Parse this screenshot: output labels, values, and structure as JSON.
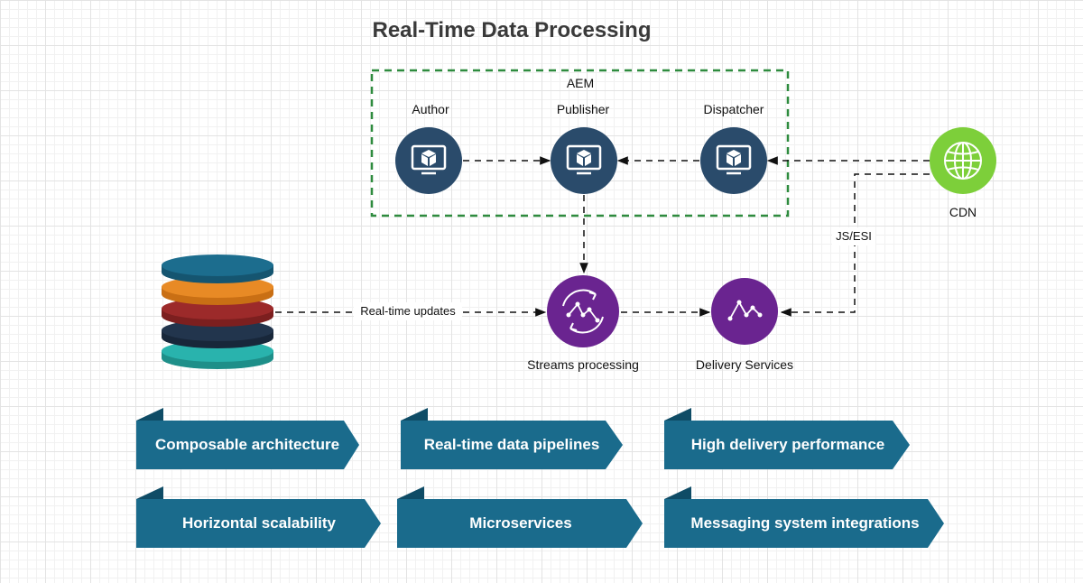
{
  "diagram": {
    "title": "Real-Time Data Processing",
    "group_label": "AEM",
    "nodes": {
      "author": "Author",
      "publisher": "Publisher",
      "dispatcher": "Dispatcher",
      "cdn": "CDN",
      "streams": "Streams processing",
      "delivery": "Delivery Services"
    },
    "edge_labels": {
      "realtime_updates": "Real-time updates",
      "js_esi": "JS/ESI"
    },
    "colors": {
      "server_node": "#2a4b6b",
      "service_node": "#6a2490",
      "cdn_node": "#7dcf3a",
      "group_border": "#2e8b3e",
      "banner": "#1a6b8c",
      "banner_fold": "#0f4c66",
      "db_layers": [
        "#1c6d8e",
        "#e88a25",
        "#9c2a2a",
        "#22354d",
        "#29b3ad"
      ]
    },
    "icons": {
      "server": "monitor-cube-icon",
      "service": "flow-graph-icon",
      "cdn": "globe-icon",
      "database": "database-stack-icon"
    }
  },
  "features": [
    "Composable architecture",
    "Real-time data pipelines",
    "High delivery performance",
    "Horizontal scalability",
    "Microservices",
    "Messaging system integrations"
  ]
}
